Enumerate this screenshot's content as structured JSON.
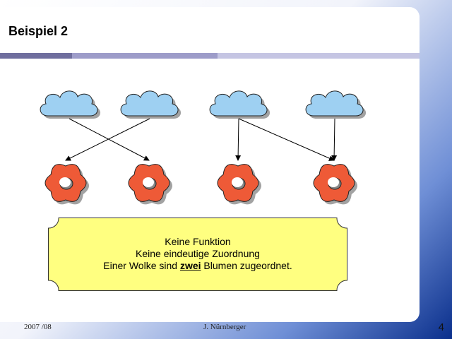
{
  "slide": {
    "title": "Beispiel 2",
    "footer_date": "2007 /08",
    "footer_author": "J. Nürnberger",
    "page_number": "4"
  },
  "note": {
    "line1": "Keine Funktion",
    "line2": "Keine eindeutige Zuordnung",
    "line3_before": "Einer Wolke sind ",
    "line3_emphasis": "zwei",
    "line3_after": " Blumen zugeordnet."
  },
  "colors": {
    "cloud": "#9ed0f2",
    "flower": "#ee5a37",
    "note_fill": "#ffff80"
  },
  "diagram": {
    "clouds": [
      "cloud-1",
      "cloud-2",
      "cloud-3",
      "cloud-4"
    ],
    "flowers": [
      "flower-1",
      "flower-2",
      "flower-3",
      "flower-4"
    ],
    "arrows": [
      {
        "from": "cloud-1",
        "to": "flower-2"
      },
      {
        "from": "cloud-2",
        "to": "flower-1"
      },
      {
        "from": "cloud-3",
        "to": "flower-3"
      },
      {
        "from": "cloud-3",
        "to": "flower-4"
      },
      {
        "from": "cloud-4",
        "to": "flower-4"
      }
    ]
  }
}
